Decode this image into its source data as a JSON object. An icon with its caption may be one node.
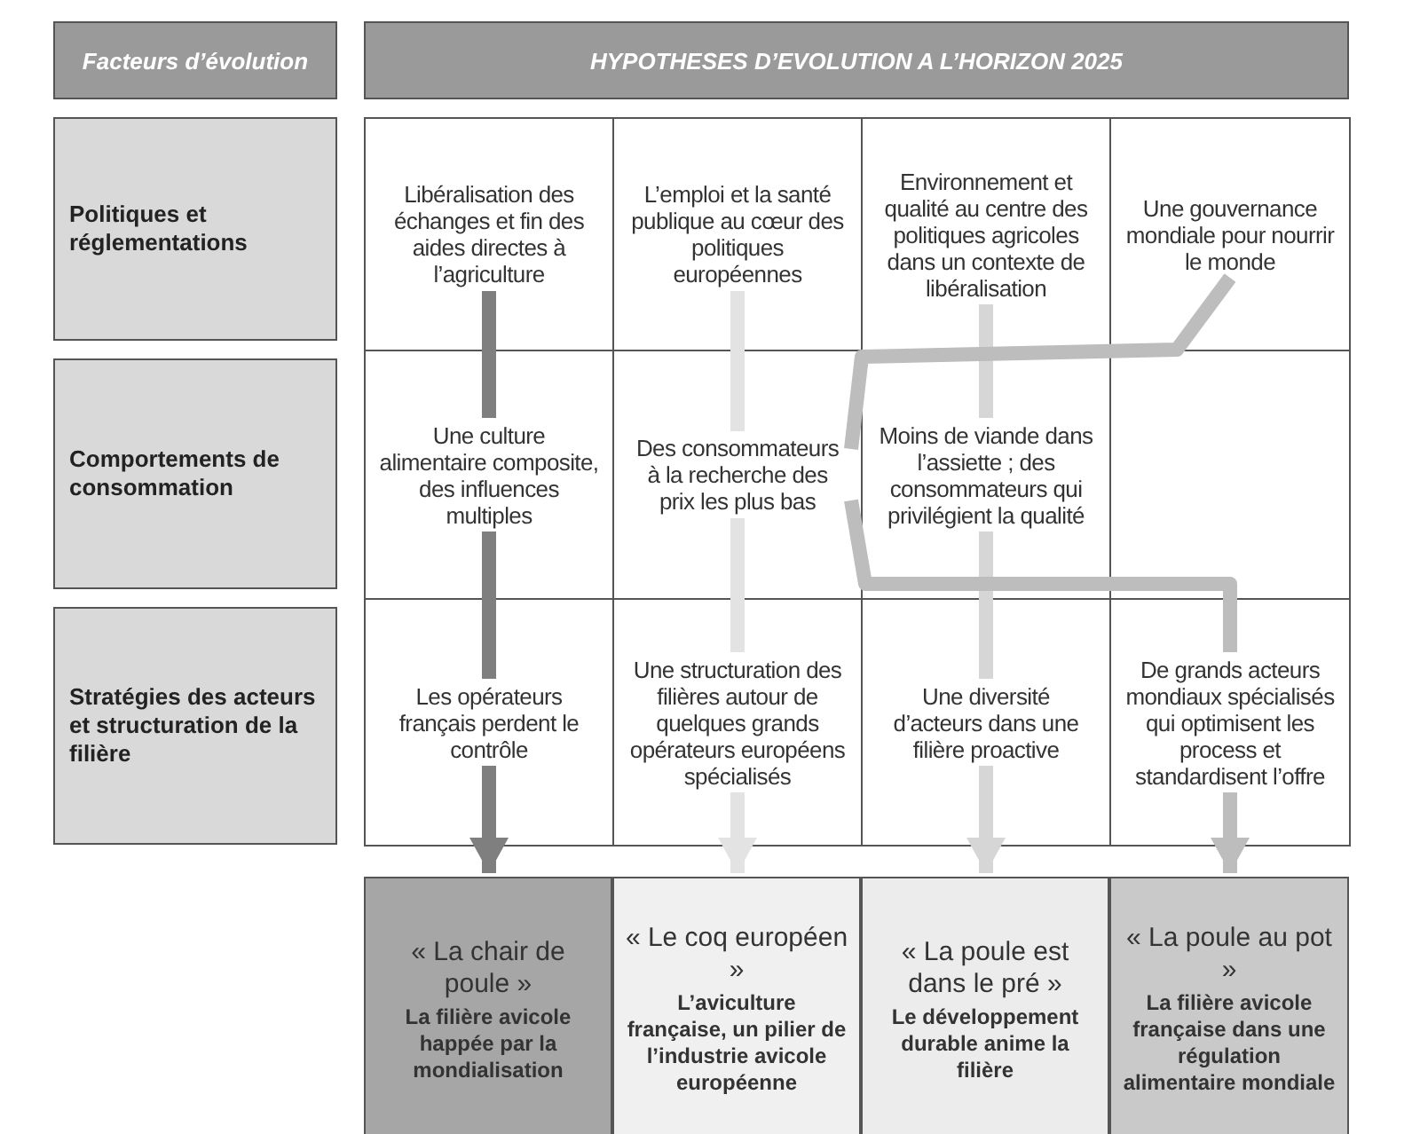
{
  "diagram": {
    "nodes": [
      {
        "text": [
          "Facteurs d’évolution"
        ]
      },
      {
        "text": [
          "HYPOTHESES D’EVOLUTION A L’HORIZON 2025"
        ]
      },
      {
        "text": [
          "Politiques et réglementations"
        ]
      },
      {
        "text": [
          "Libéralisation des échanges et fin des aides directes à l’agriculture"
        ]
      },
      {
        "text": [
          "L’emploi et la santé publique au cœur des politiques européennes"
        ]
      },
      {
        "text": [
          "Environnement et qualité au centre des politiques agricoles dans un contexte de libéralisation"
        ]
      },
      {
        "text": [
          "Une gouvernance mondiale pour nourrir le monde"
        ]
      },
      {
        "text": [
          "Comportements de consommation"
        ]
      },
      {
        "text": [
          "Une culture alimentaire composite, des influences multiples"
        ]
      },
      {
        "text": [
          "Des consommateurs à la recherche des prix les plus bas"
        ]
      },
      {
        "text": [
          "Moins de viande dans l’assiette ; des consommateurs qui privilégient la qualité"
        ]
      },
      {
        "text": [
          "Stratégies des acteurs et structuration de la filière"
        ]
      },
      {
        "text": [
          "Les opérateurs français perdent le contrôle"
        ]
      },
      {
        "text": [
          "Une structuration des filières autour de quelques grands opérateurs européens spécialisés"
        ]
      },
      {
        "text": [
          "Une diversité d’acteurs dans une filière proactive"
        ]
      },
      {
        "text": [
          "De grands acteurs mondiaux spécialisés qui optimisent les process et standardisent l’offre"
        ]
      },
      {
        "text": [
          "« La chair de poule »",
          "La filière avicole happée par la mondialisation"
        ]
      },
      {
        "text": [
          "« Le coq européen »",
          "L’aviculture française, un pilier de l’industrie avicole européenne"
        ]
      },
      {
        "text": [
          "« La poule est dans le pré »",
          "Le développement durable anime la filière"
        ]
      },
      {
        "text": [
          "« La poule au pot »",
          "La filière avicole française dans une régulation alimentaire mondiale"
        ]
      }
    ],
    "edges": [
      {
        "from": 3,
        "to": 8,
        "arrow": "none",
        "color": "#7f7f7f"
      },
      {
        "from": 8,
        "to": 12,
        "arrow": "none",
        "color": "#7f7f7f"
      },
      {
        "from": 12,
        "to": 16,
        "arrow": "to",
        "color": "#7f7f7f"
      },
      {
        "from": 4,
        "to": 9,
        "arrow": "none",
        "color": "#e3e3e3"
      },
      {
        "from": 9,
        "to": 13,
        "arrow": "none",
        "color": "#e3e3e3"
      },
      {
        "from": 13,
        "to": 17,
        "arrow": "to",
        "color": "#e3e3e3"
      },
      {
        "from": 5,
        "to": 10,
        "arrow": "none",
        "color": "#d6d6d6"
      },
      {
        "from": 10,
        "to": 14,
        "arrow": "none",
        "color": "#d6d6d6"
      },
      {
        "from": 14,
        "to": 18,
        "arrow": "to",
        "color": "#d6d6d6"
      },
      {
        "from": 6,
        "to": 9,
        "arrow": "none",
        "color": "#bdbdbd"
      },
      {
        "from": 9,
        "to": 15,
        "arrow": "none",
        "color": "#bdbdbd"
      },
      {
        "from": 15,
        "to": 19,
        "arrow": "to",
        "color": "#bdbdbd"
      }
    ]
  }
}
